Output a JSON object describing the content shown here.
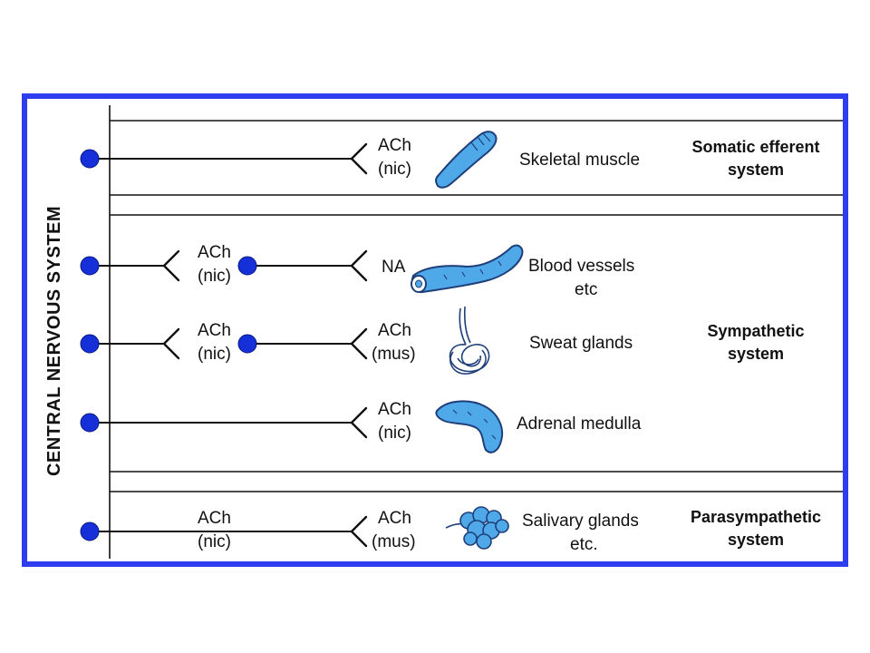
{
  "colors": {
    "frame": "#2e3df0",
    "neuron": "#1530d8",
    "organ_fill": "#4fa8e8",
    "organ_stroke": "#1f3f7a",
    "text": "#111111"
  },
  "cns_label": "CENTRAL NERVOUS SYSTEM",
  "rows": [
    {
      "pre_label": [
        "",
        ""
      ],
      "post_label": [
        "ACh",
        "(nic)"
      ],
      "organ_icon": "skeletal-muscle-icon",
      "target": [
        "Skeletal muscle",
        ""
      ]
    },
    {
      "pre_label": [
        "ACh",
        "(nic)"
      ],
      "post_label": [
        "NA",
        ""
      ],
      "organ_icon": "blood-vessel-icon",
      "target": [
        "Blood vessels",
        "etc"
      ]
    },
    {
      "pre_label": [
        "ACh",
        "(nic)"
      ],
      "post_label": [
        "ACh",
        "(mus)"
      ],
      "organ_icon": "sweat-gland-icon",
      "target": [
        "Sweat glands",
        ""
      ]
    },
    {
      "pre_label": [
        "",
        ""
      ],
      "post_label": [
        "ACh",
        "(nic)"
      ],
      "organ_icon": "adrenal-medulla-icon",
      "target": [
        "Adrenal medulla",
        ""
      ]
    },
    {
      "pre_label": [
        "ACh",
        "(nic)"
      ],
      "post_label": [
        "ACh",
        "(mus)"
      ],
      "organ_icon": "salivary-gland-icon",
      "target": [
        "Salivary glands",
        "etc."
      ]
    }
  ],
  "systems": [
    {
      "name": [
        "Somatic efferent",
        "system"
      ]
    },
    {
      "name": [
        "Sympathetic",
        "system"
      ]
    },
    {
      "name": [
        "Parasympathetic",
        "system"
      ]
    }
  ]
}
